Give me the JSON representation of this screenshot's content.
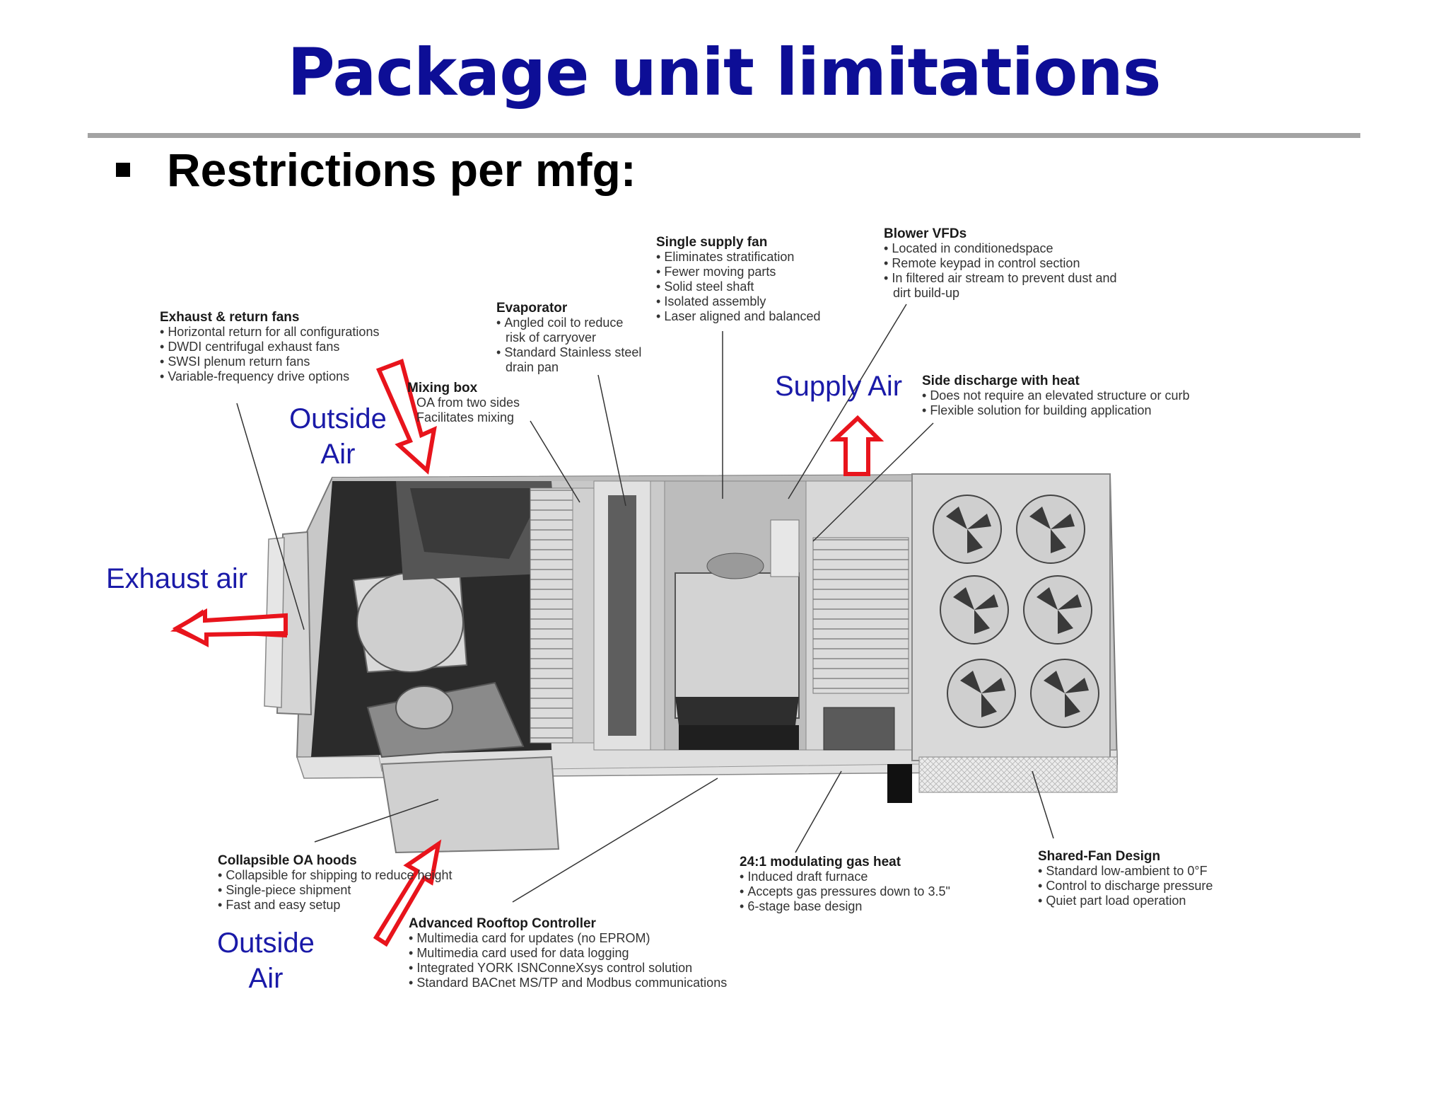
{
  "slide": {
    "title": "Package unit limitations",
    "subtitle": "Restrictions per mfg:"
  },
  "labels": {
    "outside_air_top": [
      "Outside",
      "Air"
    ],
    "outside_air_bottom": [
      "Outside",
      "Air"
    ],
    "exhaust_air": "Exhaust air",
    "supply_air": "Supply Air"
  },
  "callouts": {
    "exhaust_return_fans": {
      "title": "Exhaust & return fans",
      "items": [
        "Horizontal return for all configurations",
        "DWDI centrifugal exhaust fans",
        "SWSI plenum return fans",
        "Variable-frequency drive options"
      ]
    },
    "mixing_box": {
      "title": "Mixing box",
      "items": [
        "OA from two sides",
        "Facilitates mixing"
      ]
    },
    "evaporator": {
      "title": "Evaporator",
      "items": [
        "Angled coil to reduce",
        "risk of carryover",
        "Standard Stainless steel",
        "drain pan"
      ]
    },
    "single_supply_fan": {
      "title": "Single supply fan",
      "items": [
        "Eliminates stratification",
        "Fewer moving parts",
        "Solid steel shaft",
        "Isolated assembly",
        "Laser aligned and balanced"
      ]
    },
    "blower_vfds": {
      "title": "Blower VFDs",
      "items": [
        "Located in conditionedspace",
        "Remote keypad in control section",
        "In filtered air stream to prevent dust and",
        "dirt build-up"
      ]
    },
    "side_discharge": {
      "title": "Side discharge with heat",
      "items": [
        "Does not require an elevated structure or curb",
        "Flexible solution for building application"
      ]
    },
    "collapsible_oa_hoods": {
      "title": "Collapsible OA hoods",
      "items": [
        "Collapsible for shipping to reduce height",
        "Single-piece shipment",
        "Fast and easy setup"
      ]
    },
    "advanced_rooftop_controller": {
      "title": "Advanced Rooftop Controller",
      "items": [
        "Multimedia card for updates (no EPROM)",
        "Multimedia card used for data logging",
        "Integrated YORK ISNConneXsys control solution",
        "Standard BACnet MS/TP and Modbus communications"
      ]
    },
    "modulating_gas_heat": {
      "title": "24:1 modulating gas heat",
      "items": [
        "Induced draft furnace",
        "Accepts gas pressures down to 3.5\"",
        "6-stage base design"
      ]
    },
    "shared_fan_design": {
      "title": "Shared-Fan Design",
      "items": [
        "Standard low-ambient to 0°F",
        "Control to discharge pressure",
        "Quiet part load operation"
      ]
    }
  },
  "colors": {
    "title": "#0d0e96",
    "blue_label": "#1a1aa8",
    "arrow": "#e8141c",
    "rule": "#a3a3a3"
  }
}
